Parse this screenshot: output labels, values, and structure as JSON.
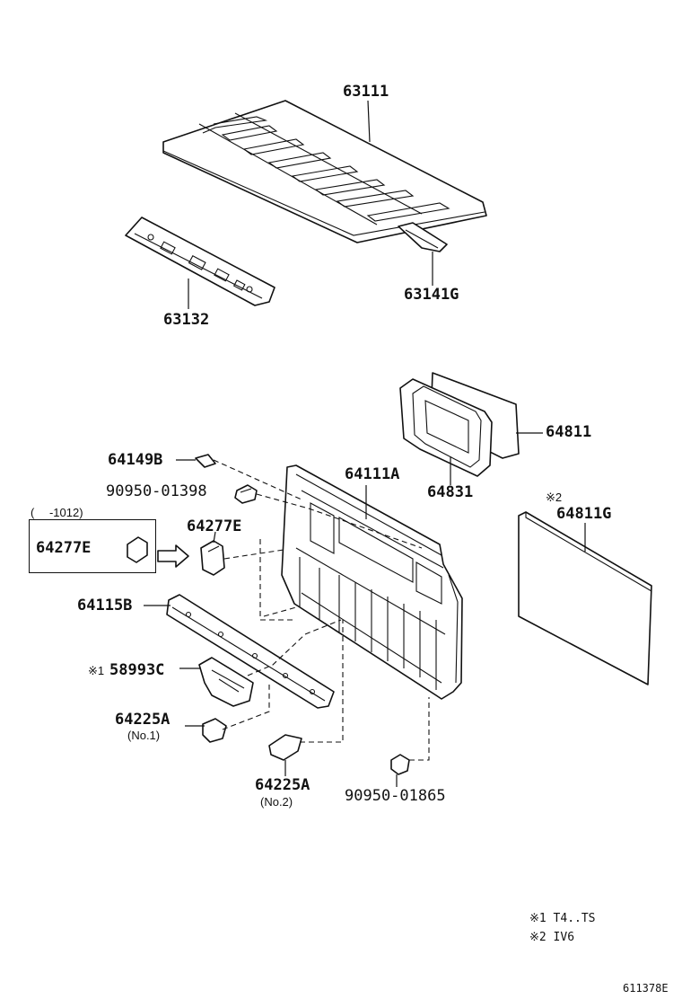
{
  "parts": {
    "p63111": "63111",
    "p63141g": "63141G",
    "p63132": "63132",
    "p64811": "64811",
    "p64831": "64831",
    "p64111a": "64111A",
    "p64149b": "64149B",
    "p90950_01398": "90950-01398",
    "p64277e_main": "64277E",
    "p64277e_inset": "64277E",
    "p64811g": "64811G",
    "p64115b": "64115B",
    "p58993c": "58993C",
    "p64225a_no1": "64225A",
    "p64225a_no2": "64225A",
    "p90950_01865": "90950-01865"
  },
  "sublabels": {
    "no1": "(No.1)",
    "no2": "(No.2)",
    "inset_range": "(　 -1012)",
    "mark_58993c": "※1",
    "mark_64811g": "※2"
  },
  "notes": {
    "note1": "※1  T4..TS",
    "note2": "※2  IV6"
  },
  "figure_id": "611378E"
}
